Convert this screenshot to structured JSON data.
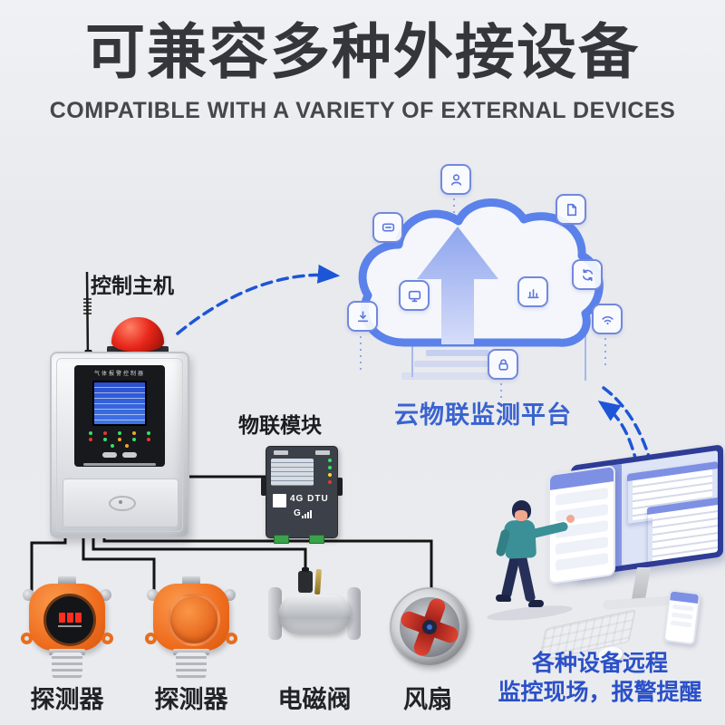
{
  "header": {
    "title": "可兼容多种外接设备",
    "subtitle": "COMPATIBLE WITH A VARIETY OF EXTERNAL DEVICES"
  },
  "cloud": {
    "platform_label": "云物联监测平台",
    "outline_color": "#5b82ea",
    "arrow_color": "#1d55d8",
    "icons": [
      "user-icon",
      "chat-icon",
      "download-icon",
      "monitor-icon",
      "bar-chart-icon",
      "document-icon",
      "sync-icon",
      "wifi-icon",
      "lock-icon"
    ]
  },
  "devices": {
    "host": {
      "label": "控制主机",
      "panel_title": "气体报警控制器"
    },
    "iot_module": {
      "label": "物联模块",
      "device_text": "4G DTU",
      "logo_text": "G"
    },
    "detector1": {
      "label": "探测器"
    },
    "detector2": {
      "label": "探测器"
    },
    "valve": {
      "label": "电磁阀"
    },
    "fan": {
      "label": "风扇"
    }
  },
  "remote": {
    "caption_line1": "各种设备远程",
    "caption_line2": "监控现场，报警提醒",
    "text_color": "#2b50c8"
  }
}
